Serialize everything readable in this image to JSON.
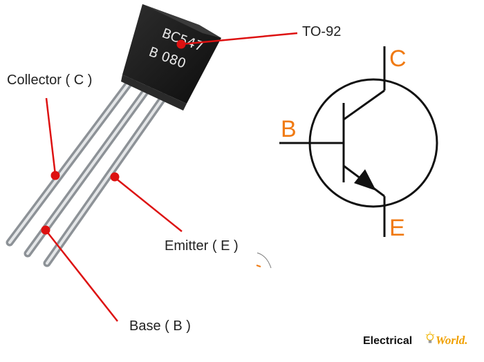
{
  "colors": {
    "callout": "#dd1111",
    "accent": "#f07a12",
    "symbol": "#111111",
    "body": "#1b1b1b",
    "lead": "#b9bdc2"
  },
  "labels": {
    "package": "TO-92",
    "collector": "Collector ( C )",
    "emitter": "Emitter ( E )",
    "base": "Base ( B )"
  },
  "chip": {
    "line1": "BC547",
    "line2": "B  080"
  },
  "symbol": {
    "collector": "C",
    "base": "B",
    "emitter": "E"
  },
  "brand": {
    "part1": "Electrical",
    "part2": "World.",
    "icon": "lightbulb-icon"
  }
}
